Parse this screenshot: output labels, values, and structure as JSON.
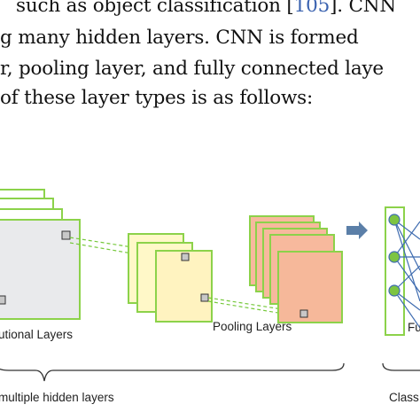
{
  "paragraph": {
    "lines": [
      {
        "before": "such as object classification [",
        "cite": "105",
        "after": "]. CNN"
      },
      {
        "before": "g many hidden layers.  CNN is formed",
        "cite": "",
        "after": ""
      },
      {
        "before": "r, pooling layer, and fully connected laye",
        "cite": "",
        "after": ""
      },
      {
        "before": "of these layer types is as follows:",
        "cite": "",
        "after": ""
      }
    ]
  },
  "diagram": {
    "labels": {
      "convolutional": "utional Layers",
      "pooling": "Pooling Layers",
      "fully_connected": "Fu",
      "hidden_brace": "multiple hidden layers",
      "classifier_brace": "Class"
    },
    "colors": {
      "outline": "#8cd24a",
      "conv_fill": "#e9eaec",
      "conv_stack_fill": "#ffffff",
      "pool_fill": "#fff8c8",
      "pool_front_fill": "#fff3c0",
      "fc_pool_fill": "#f7b99d",
      "fc_front_fill": "#f6b89a",
      "neuron_fill": "#7dc442",
      "arrow": "#5b7fa8",
      "link": "#3f6cb0",
      "dashed": "#75c83a"
    },
    "icons": {
      "flow_arrow": "right-arrow-icon"
    }
  }
}
